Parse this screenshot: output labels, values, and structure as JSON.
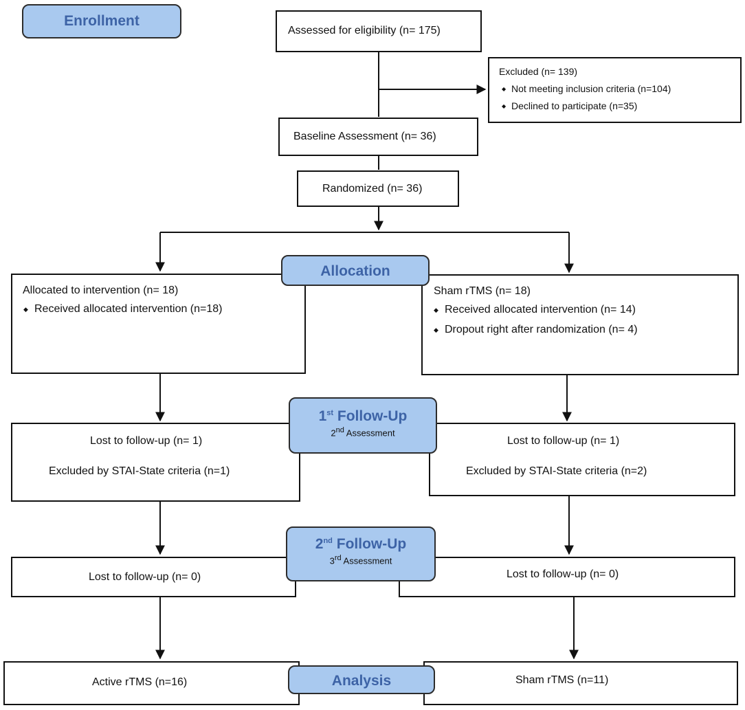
{
  "stages": {
    "enrollment": "Enrollment",
    "allocation": "Allocation",
    "followup1": {
      "num": "1",
      "sup": "st",
      "title": "Follow-Up",
      "sub_num": "2",
      "sub_sup": "nd",
      "sub": "Assessment"
    },
    "followup2": {
      "num": "2",
      "sup": "nd",
      "title": "Follow-Up",
      "sub_num": "3",
      "sub_sup": "rd",
      "sub": "Assessment"
    },
    "analysis": "Analysis"
  },
  "boxes": {
    "assessed": "Assessed for eligibility (n= 175)",
    "excluded": {
      "title": "Excluded (n= 139)",
      "items": [
        "Not meeting inclusion criteria (n=104)",
        "Declined to participate (n=35)"
      ]
    },
    "baseline": "Baseline Assessment (n= 36)",
    "randomized": "Randomized (n= 36)",
    "allocated_left": {
      "title": "Allocated to intervention (n= 18)",
      "items": [
        "Received allocated intervention (n=18)"
      ]
    },
    "allocated_right": {
      "title": "Sham rTMS (n= 18)",
      "items": [
        "Received allocated intervention (n= 14)",
        "Dropout right after randomization (n= 4)"
      ]
    },
    "fu1_left": {
      "lost": "Lost to follow-up (n= 1)",
      "excluded": "Excluded by STAI-State criteria (n=1)"
    },
    "fu1_right": {
      "lost": "Lost to follow-up (n= 1)",
      "excluded": "Excluded by STAI-State criteria (n=2)"
    },
    "fu2_left": "Lost to follow-up (n= 0)",
    "fu2_right": "Lost to follow-up (n= 0)",
    "analysis_left": "Active rTMS (n=16)",
    "analysis_right": "Sham rTMS (n=11)"
  }
}
